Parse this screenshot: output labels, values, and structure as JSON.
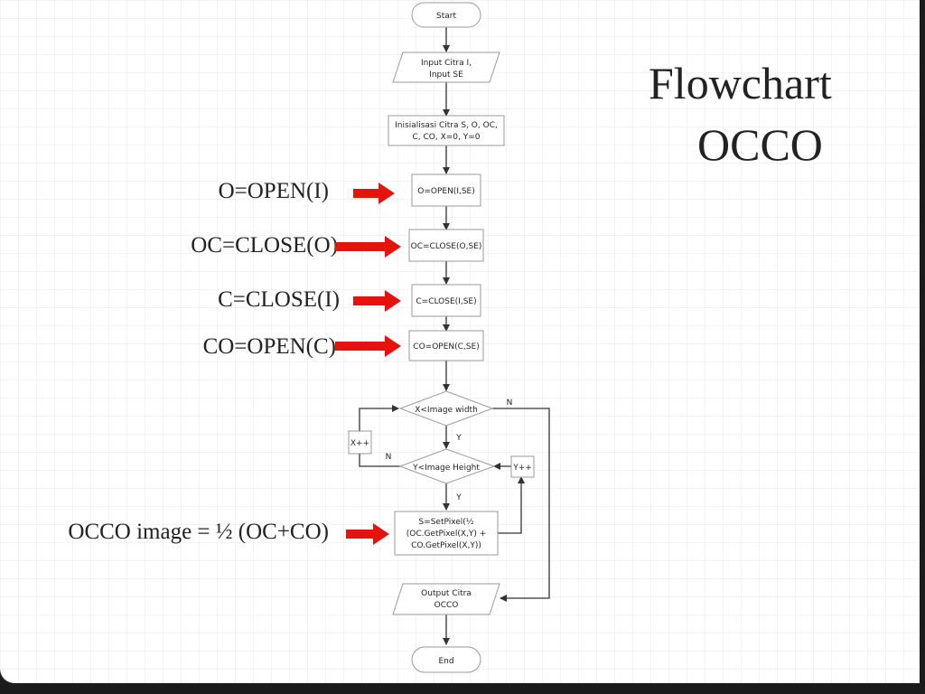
{
  "slide": {
    "title_line1": "Flowchart",
    "title_line2": "OCCO"
  },
  "annotations": [
    "O=OPEN(I)",
    "OC=CLOSE(O)",
    "C=CLOSE(I)",
    "CO=OPEN(C)",
    "OCCO image = ½ (OC+CO)"
  ],
  "flowchart": {
    "start": "Start",
    "input": [
      "Input Citra I,",
      "Input SE"
    ],
    "init": [
      "Inisialisasi Citra S, O, OC,",
      "C, CO, X=0, Y=0"
    ],
    "open_i": "O=OPEN(I,SE)",
    "close_o": "OC=CLOSE(O,SE)",
    "close_i": "C=CLOSE(I,SE)",
    "open_c": "CO=OPEN(C,SE)",
    "decision_x": "X<Image width",
    "inc_x": "X++",
    "decision_y": "Y<Image Height",
    "inc_y": "Y++",
    "setpixel": [
      "S=SetPixel(½",
      "(OC.GetPixel(X,Y) +",
      "CO.GetPixel(X,Y))"
    ],
    "output": [
      "Output Citra",
      "OCCO"
    ],
    "end": "End",
    "label_yes_x": "Y",
    "label_no_x": "N",
    "label_yes_y": "Y",
    "label_no_y": "N"
  },
  "colors": {
    "arrow_red": "#e8120c",
    "box_stroke": "#9a9a9a",
    "connector": "#333333"
  }
}
